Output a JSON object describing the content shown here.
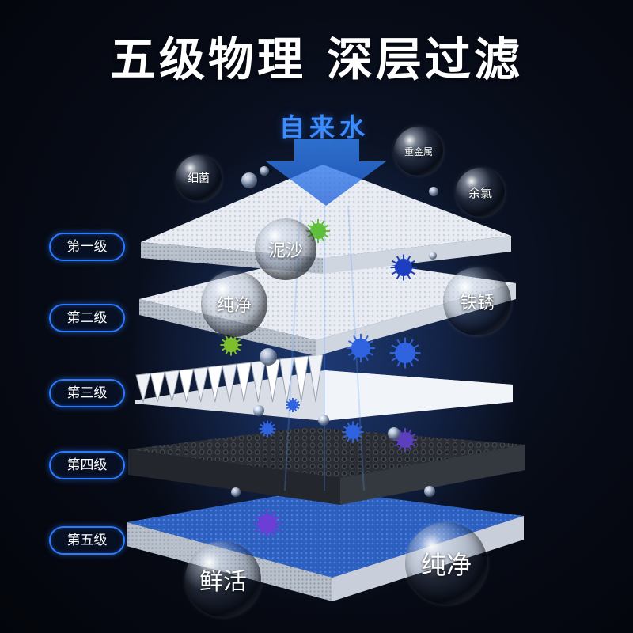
{
  "title": {
    "part1": "五级物理",
    "part2": "深层过滤"
  },
  "source_label": "自来水",
  "stages": [
    {
      "label": "第一级"
    },
    {
      "label": "第二级"
    },
    {
      "label": "第三级"
    },
    {
      "label": "第四级"
    },
    {
      "label": "第五级"
    }
  ],
  "contaminants": {
    "bacteria": "细菌",
    "heavy_metal": "重金属",
    "residual_chlorine": "余氯",
    "silt": "泥沙",
    "rust": "铁锈"
  },
  "results": {
    "pure_mid": "纯净",
    "fresh": "鲜活",
    "pure_bottom": "纯净"
  },
  "colors": {
    "accent_blue": "#2c7bff",
    "layer_blue": "#2d5fbf",
    "carbon_dark": "#2a2d33"
  }
}
